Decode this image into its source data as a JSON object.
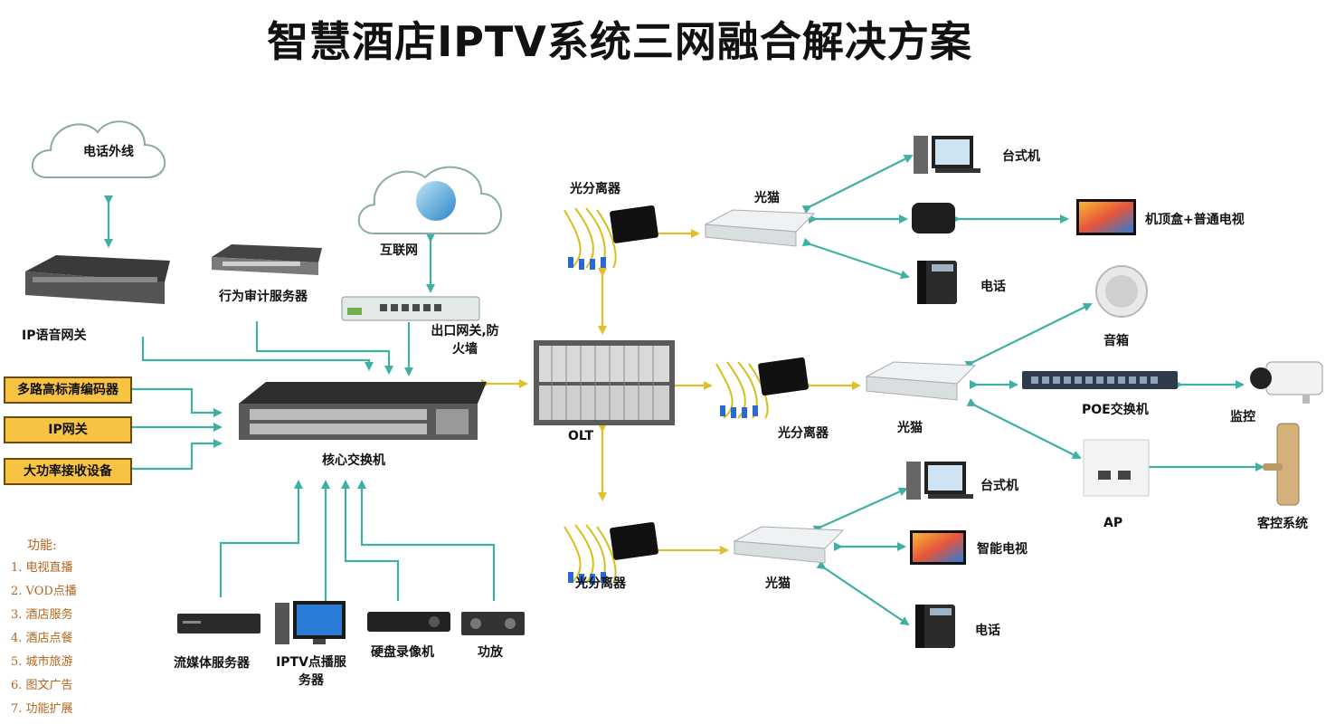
{
  "title": "智慧酒店IPTV系统三网融合解决方案",
  "labels": {
    "phone_line": "电话外线",
    "ip_voice_gateway": "IP语音网关",
    "audit_server": "行为审计服务器",
    "internet": "互联网",
    "exit_gateway": "出口网关,防火墙",
    "core_switch": "核心交换机",
    "olt": "OLT",
    "splitter_top": "光分离器",
    "splitter_mid": "光分离器",
    "splitter_bot": "光分离器",
    "onu_top": "光猫",
    "onu_mid": "光猫",
    "onu_bot": "光猫",
    "desktop_top": "台式机",
    "stb_tv": "机顶盒+普通电视",
    "phone_top": "电话",
    "speaker": "音箱",
    "poe_switch": "POE交换机",
    "camera": "监控",
    "ap": "AP",
    "guest_control": "客控系统",
    "desktop_bot": "台式机",
    "smart_tv": "智能电视",
    "phone_bot": "电话",
    "streaming_server": "流媒体服务器",
    "iptv_server": "IPTV点播服务器",
    "nvr": "硬盘录像机",
    "amplifier": "功放"
  },
  "input_boxes": [
    "多路高标清编码器",
    "IP网关",
    "大功率接收设备"
  ],
  "functions": {
    "heading": "功能:",
    "items": [
      "1. 电视直播",
      "2. VOD点播",
      "3. 酒店服务",
      "4. 酒店点餐",
      "5. 城市旅游",
      "6. 图文广告",
      "7. 功能扩展"
    ]
  },
  "colors": {
    "teal_arrow": "#3fb0a3",
    "yellow_arrow": "#e0c02a",
    "box_fill": "#f6c442",
    "function_text": "#b5651d"
  }
}
